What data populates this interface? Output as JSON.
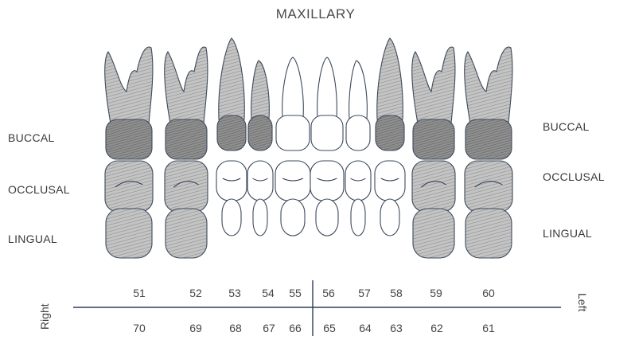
{
  "title": "MAXILLARY",
  "left_labels": {
    "buccal": "BUCCAL",
    "occlusal": "OCCLUSAL",
    "lingual": "LINGUAL"
  },
  "right_labels": {
    "buccal": "BUCCAL",
    "occlusal": "OCCLUSAL",
    "lingual": "LINGUAL"
  },
  "side_labels": {
    "right": "Right",
    "left": "Left"
  },
  "upper_numbers": [
    "51",
    "52",
    "53",
    "54",
    "55",
    "56",
    "57",
    "58",
    "59",
    "60"
  ],
  "lower_numbers": [
    "70",
    "69",
    "68",
    "67",
    "66",
    "65",
    "64",
    "63",
    "62",
    "61"
  ],
  "colors": {
    "ink": "#4a4a4a",
    "shade": "#b9b9b9",
    "shade_dark": "#8c8c8c",
    "line": "#2f3d5a"
  }
}
